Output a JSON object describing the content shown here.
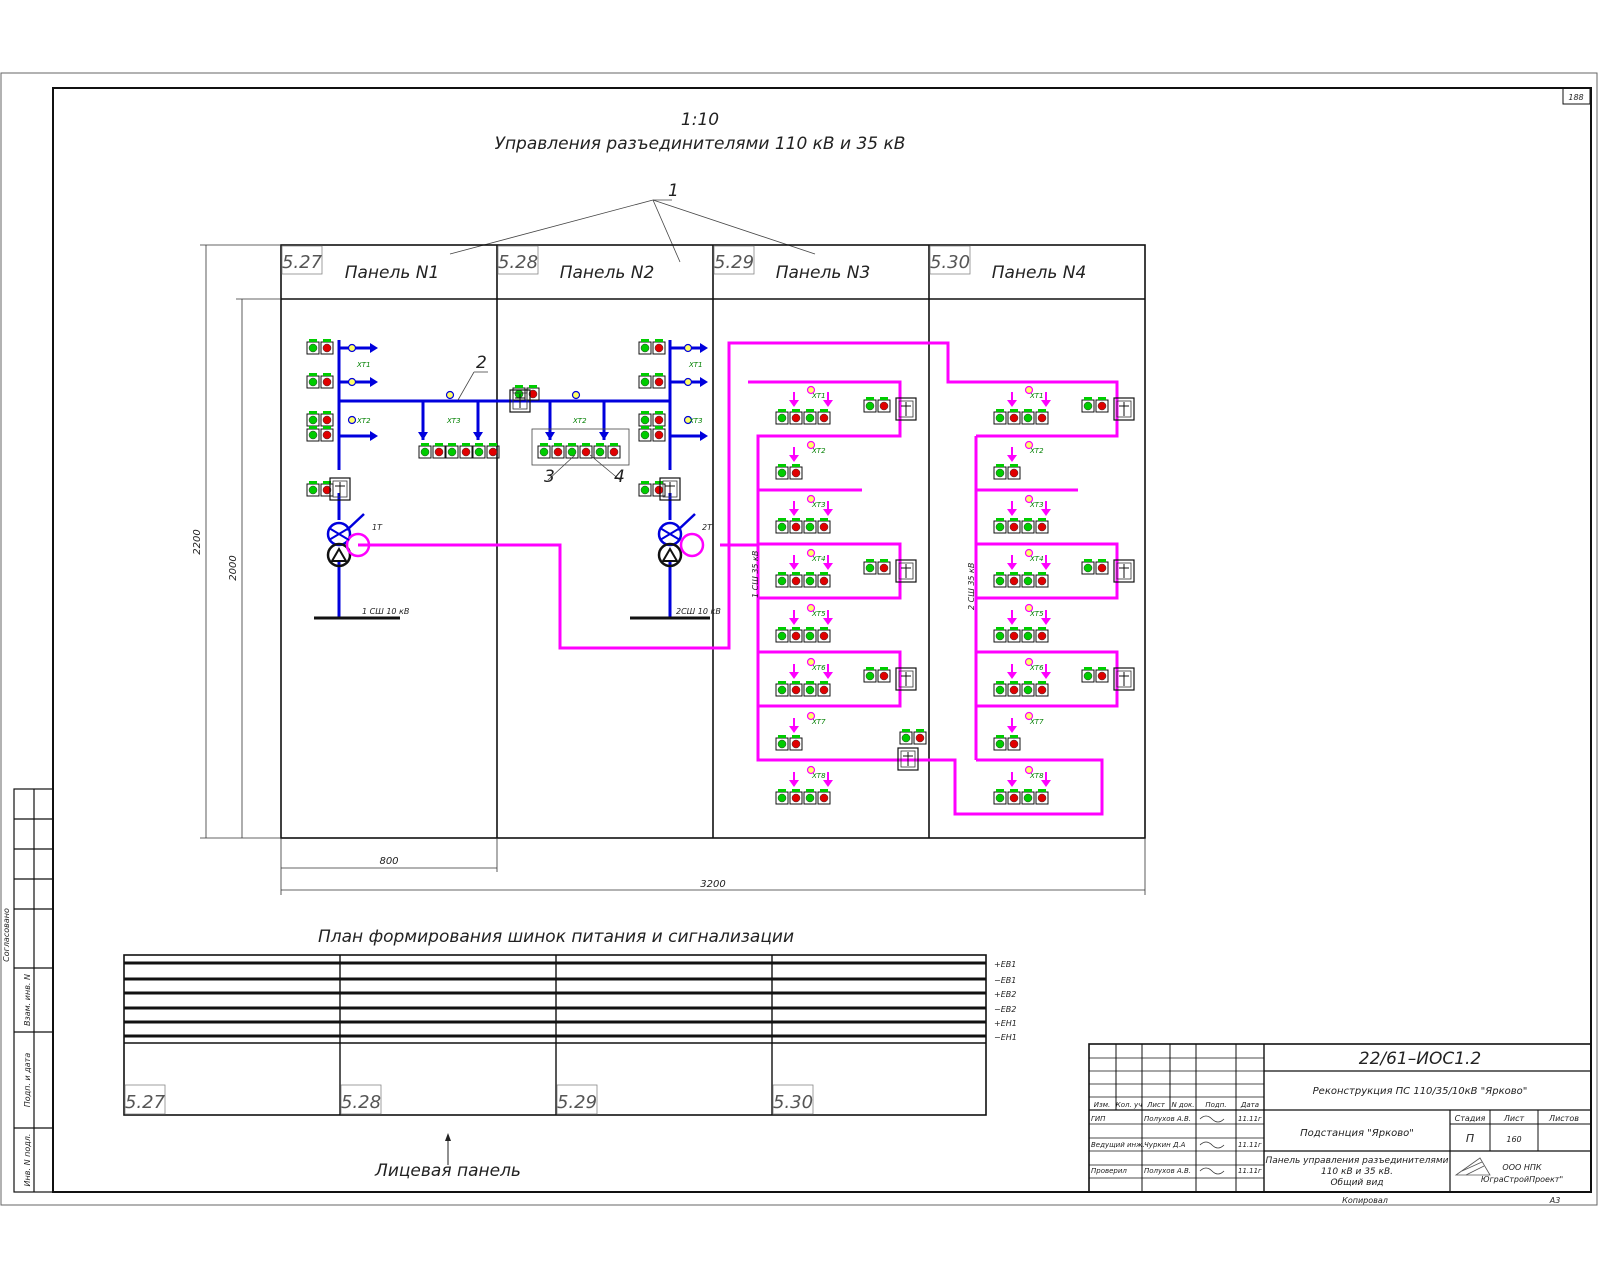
{
  "sheet_number": "188",
  "scale": "1:10",
  "title": "Управления разъединителями 110 кВ и 35 кВ",
  "callouts": [
    "1",
    "2",
    "3",
    "4"
  ],
  "panels": [
    {
      "code": "5.27",
      "name": "Панель N1"
    },
    {
      "code": "5.28",
      "name": "Панель N2"
    },
    {
      "code": "5.29",
      "name": "Панель N3"
    },
    {
      "code": "5.30",
      "name": "Панель N4"
    }
  ],
  "dimensions": {
    "height_total": "2200",
    "height_inner": "2000",
    "panel_width": "800",
    "total_width": "3200"
  },
  "transformers": [
    {
      "label": "1Т",
      "bus_label": "1 СШ 10 кВ"
    },
    {
      "label": "2Т",
      "bus_label": "2СШ 10 кВ"
    }
  ],
  "bay_labels_p1": [
    "ХТ1",
    "ХТ2",
    "ХТ3"
  ],
  "bay_labels_p2": [
    "ХТ2",
    "ХТ1",
    "ХТ3"
  ],
  "bay_labels_p3": [
    "ХТ1",
    "ХТ2",
    "ХТ3",
    "ХТ4",
    "ХТ5",
    "ХТ6",
    "ХТ7",
    "ХТ8"
  ],
  "bay_labels_p4": [
    "ХТ1",
    "ХТ2",
    "ХТ3",
    "ХТ4",
    "ХТ5",
    "ХТ6",
    "ХТ7",
    "ХТ8"
  ],
  "bus_vertical_p3": "1 СШ 35 кВ",
  "bus_vertical_p4": "2 СШ 35 кВ",
  "busbar_plan": {
    "title": "План формирования шинок питания и сигнализации",
    "rails": [
      "+ЕВ1",
      "−ЕВ1",
      "+ЕВ2",
      "−ЕВ2",
      "+ЕН1",
      "−ЕН1"
    ],
    "codes": [
      "5.27",
      "5.28",
      "5.29",
      "5.30"
    ],
    "front_label": "Лицевая панель"
  },
  "side_stamp": [
    "Согласовано",
    "Взам. инв. N",
    "Подп. и дата",
    "Инв. N подл."
  ],
  "title_block": {
    "doc_code": "22/61–ИОС1.2",
    "project": "Реконструкция ПС 110/35/10кВ \"Ярково\"",
    "col_headers": [
      "Изм.",
      "Кол. уч",
      "Лист",
      "N док.",
      "Подп.",
      "Дата"
    ],
    "rows": [
      {
        "role": "ГИП",
        "name": "Полухов А.В.",
        "date": "11.11г"
      },
      {
        "role": "Ведущий инж.",
        "name": "Чуркин Д.А",
        "date": "11.11г"
      },
      {
        "role": "Проверил",
        "name": "Полухов А.В.",
        "date": "11.11г"
      }
    ],
    "object": "Подстанция \"Ярково\"",
    "stage_headers": [
      "Стадия",
      "Лист",
      "Листов"
    ],
    "stage": "П",
    "sheet": "160",
    "sheets": "",
    "desc1": "Панель управления разъединителями",
    "desc2": "110 кВ и 35 кВ.",
    "desc3": "Общий вид",
    "org1": "ООО НПК",
    "org2": "ЮграСтройПроект\"",
    "copied": "Копировал",
    "format": "А3"
  },
  "colors": {
    "blue": "#0000dd",
    "magenta": "#ff00ff",
    "green": "#00cc00",
    "red": "#e00000",
    "frame": "#111111"
  }
}
